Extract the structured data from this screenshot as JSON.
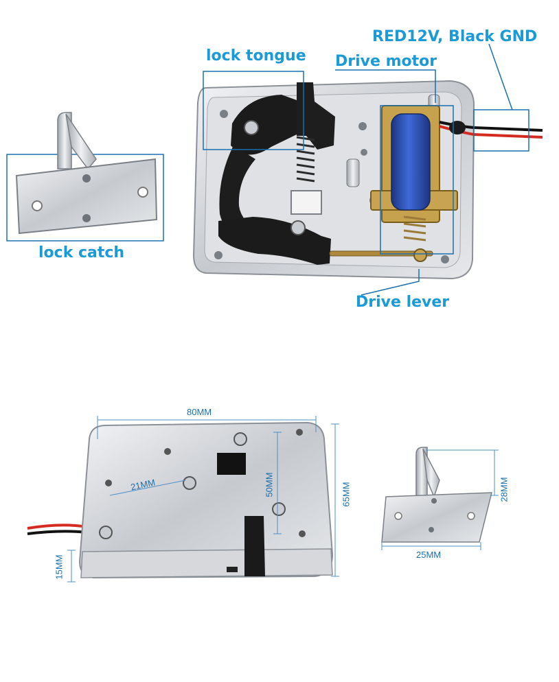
{
  "callouts": {
    "lock_tongue": "lock tongue",
    "wiring": "RED12V, Black GND",
    "drive_motor": "Drive motor",
    "lock_catch": "lock catch",
    "drive_lever": "Drive lever"
  },
  "dimensions": {
    "width_lock": "80MM",
    "height_lock": "65MM",
    "inner_height": "50MM",
    "hole_spacing": "21MM",
    "thickness": "15MM",
    "catch_width": "25MM",
    "catch_height": "28MM"
  },
  "colors": {
    "accent": "#1a9ad6",
    "dimension": "#1a6fae",
    "metal": "#c9ccd1",
    "motor": "#2b4fb5",
    "wire_red": "#d42a1f",
    "wire_black": "#111111"
  }
}
